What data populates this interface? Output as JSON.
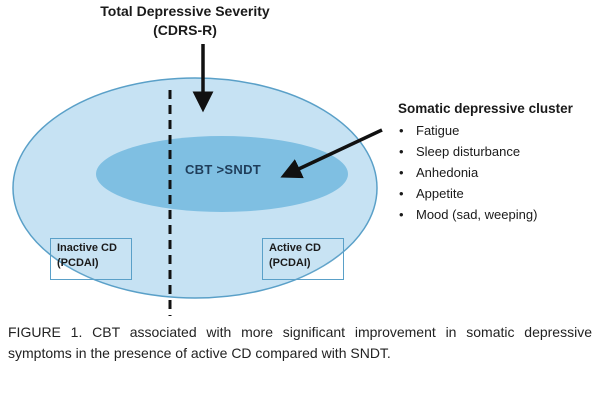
{
  "top_label": {
    "line1": "Total Depressive Severity",
    "line2": "(CDRS-R)"
  },
  "inner_label": "CBT >SNDT",
  "inactive_box": {
    "line1": "Inactive CD",
    "line2": "(PCDAI)"
  },
  "active_box": {
    "line1": "Active CD",
    "line2": "(PCDAI)"
  },
  "cluster": {
    "title": "Somatic depressive cluster",
    "items": [
      "Fatigue",
      "Sleep disturbance",
      "Anhedonia",
      "Appetite",
      "Mood (sad, weeping)"
    ]
  },
  "caption": "FIGURE 1. CBT associated with more significant improvement in somatic depressive symptoms in the presence of active CD compared with SNDT.",
  "colors": {
    "outer_fill": "#c6e2f3",
    "outer_stroke": "#5aa0c8",
    "inner_fill": "#7fbfe2",
    "text_dark": "#1a1a1a"
  }
}
